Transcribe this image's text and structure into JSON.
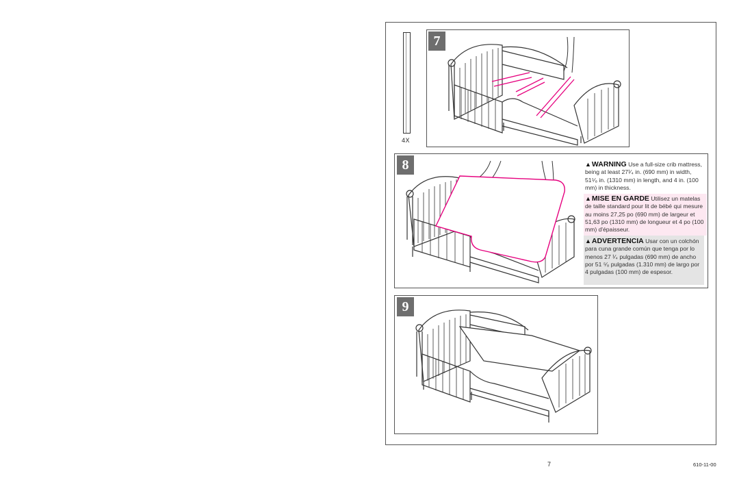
{
  "parts": {
    "quantity": "4X"
  },
  "steps": [
    {
      "number": "7"
    },
    {
      "number": "8"
    },
    {
      "number": "9"
    }
  ],
  "warnings": {
    "en": {
      "title": "WARNING",
      "lead": "Use a full-size crib",
      "body": "mattress, being at least 27¹⁄₄ in. (690 mm) in width, 51⁵⁄₈ in. (1310 mm) in length, and 4 in. (100 mm) in thickness."
    },
    "fr": {
      "title": "MISE EN GARDE",
      "lead": "Utilisez un",
      "body": "matelas de taille standard pour lit de bébé qui mesure au moins 27,25 po (690 mm) de largeur et 51,63 po (1310 mm) de longueur et 4 po (100 mm) d'épaisseur."
    },
    "es": {
      "title": "ADVERTENCIA",
      "lead": "Usar con un",
      "body": "colchón para cuna grande común que tenga por lo menos 27 ¹⁄₄ pulgadas (690 mm) de ancho por 51 ⁵⁄₈ pulgadas (1.310 mm) de largo por 4 pulgadas (100 mm) de espesor."
    }
  },
  "footer": {
    "page_number": "7",
    "doc_code": "610-11-00"
  },
  "colors": {
    "accent_pink": "#e6007e",
    "badge_gray": "#6e6e6e",
    "fr_background": "#fde8f1",
    "es_background": "#e4e4e4"
  }
}
